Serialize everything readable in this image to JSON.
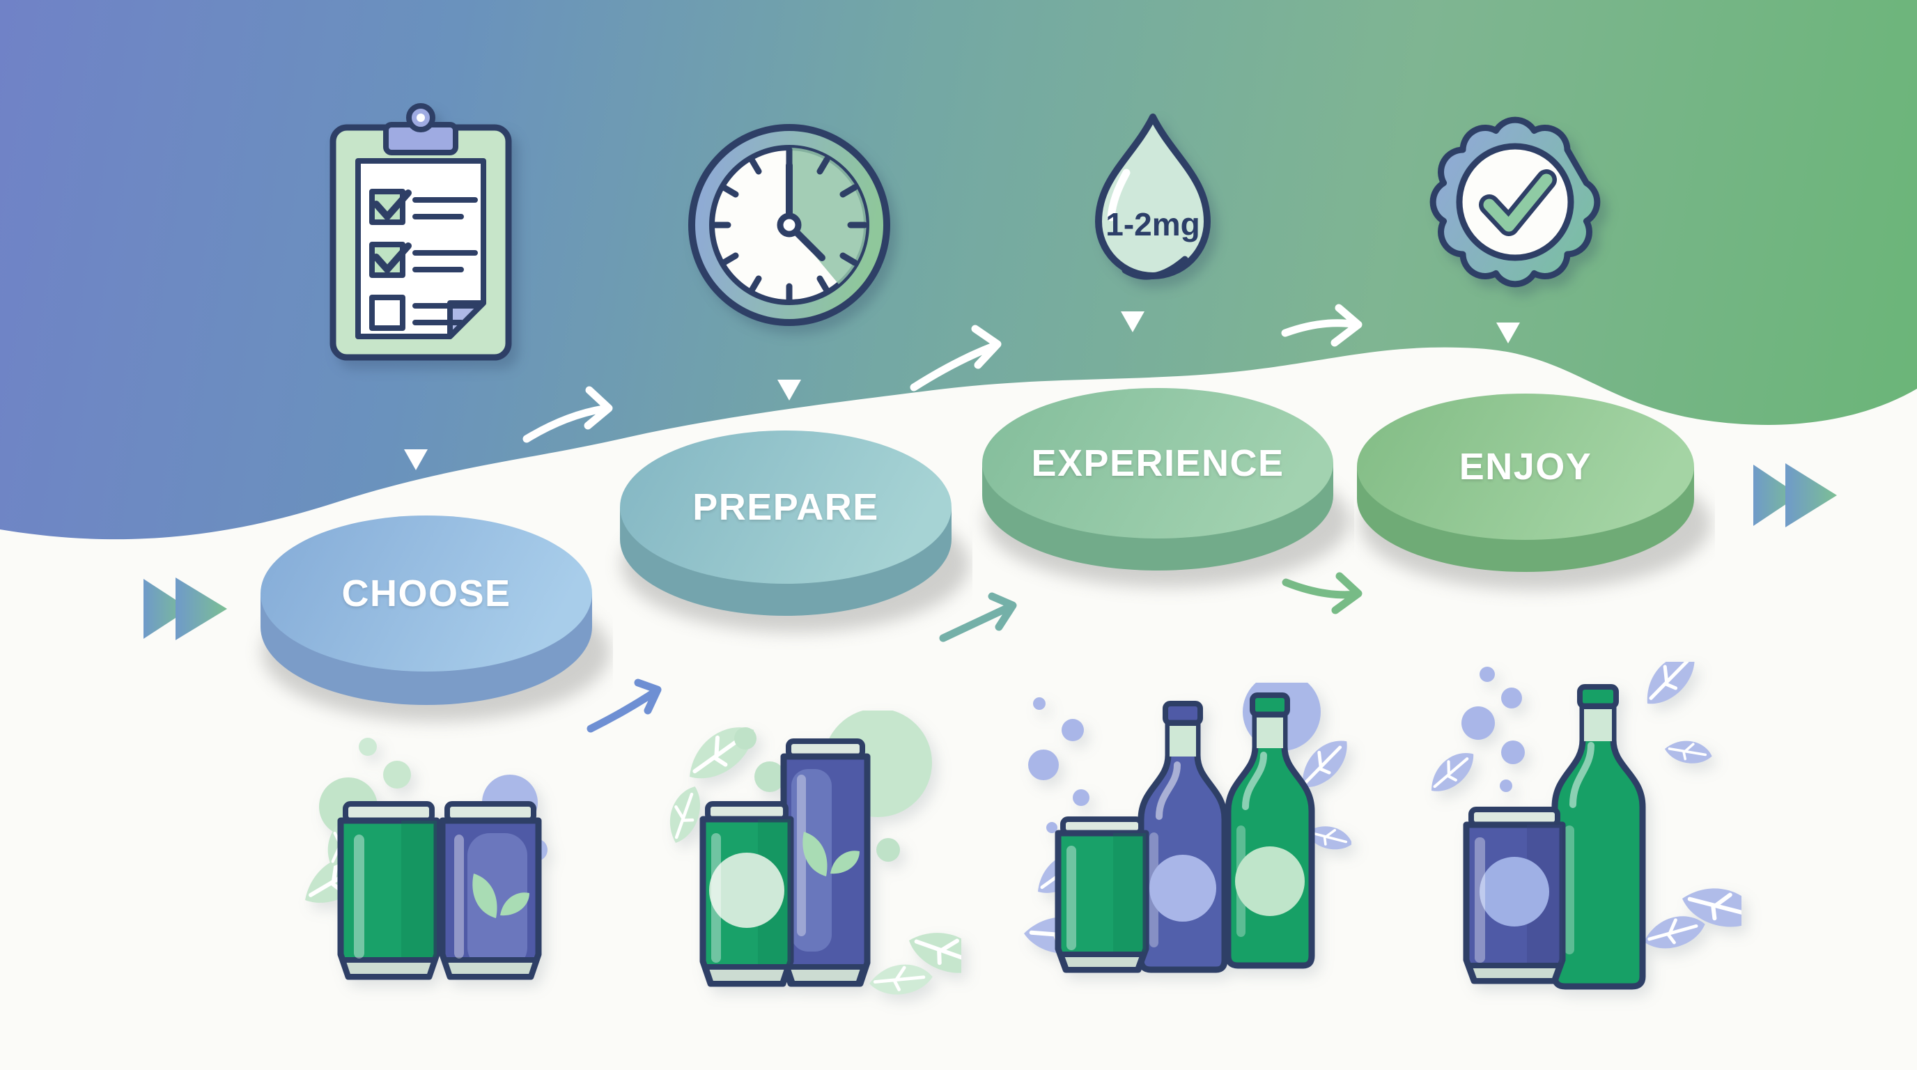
{
  "infographic": {
    "steps": [
      {
        "label": "CHOOSE",
        "icon": "checklist-clipboard"
      },
      {
        "label": "PREPARE",
        "icon": "clock"
      },
      {
        "label": "EXPERIENCE",
        "icon": "dosage-drop"
      },
      {
        "label": "ENJOY",
        "icon": "approval-badge"
      }
    ],
    "dosage_label": "1-2mg"
  },
  "palette": {
    "background_blue": "#7082c7",
    "background_teal": "#75a9a3",
    "background_green": "#66b573",
    "surface_white": "#fbfbf8",
    "outline_navy": "#2e3f66",
    "step_blue": "#84abd7",
    "step_teal": "#83b6c3",
    "step_green": "#83bd9b",
    "step_light_green": "#82bc85",
    "can_green": "#19a169",
    "can_blue": "#4f5aa6",
    "mint": "#cfe8d6",
    "pale_green": "#c6e6cd",
    "pale_blue": "#aab8e8",
    "arrow_white": "#ffffff",
    "arrow_teal": "#74b0a8",
    "arrow_green": "#77bb86",
    "arrow_blue": "#6e8fd3"
  }
}
